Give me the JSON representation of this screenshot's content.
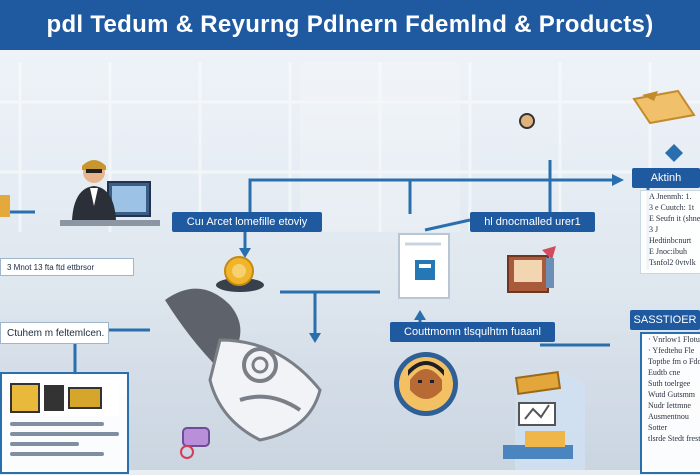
{
  "banner": {
    "title": "pdl Tedum & Reyurng   Pdlnern Fdemlnd & Products)"
  },
  "labels": {
    "customer_label": "Cuı Arcet lomefille etoviy",
    "delivery_label": "hl dnocmalled urer1",
    "feedback_label": "Ctuhem m feltemlcen.",
    "customer_group": "Couttmomn tlsqulhtm fuaanl",
    "auth_label": "Aktinh",
    "session_label": "SASSTIOER",
    "left_caption": "3 Mnot 13 fta ftd ettbrsor"
  },
  "right_panel_top": {
    "lines": [
      "A Jnenmh: 1.",
      "3 e Cuutch: 1t",
      "E Seufn it (shne",
      "3 J Hedtinbcnurt",
      "E Jnoc:ibuh",
      "Tsnfol2 0vtvlk"
    ]
  },
  "right_panel_bottom": {
    "lines": [
      "· Vnrlow1 Flotu",
      "· Yfedtehu Fle",
      "Toptbe fm o Fdo",
      "Eudtb cne",
      "Suth toelrgee",
      "Wutd Gutsmm",
      "Nudr Iettmne",
      "Ausmentnou Sotter",
      "tlsrde Stedt frest"
    ]
  },
  "colors": {
    "banner": "#1f5aa0",
    "label": "#1f5aa0",
    "connector": "#2a6fad",
    "background": "#e9eef3"
  },
  "icons": [
    "person-at-desk-icon",
    "document-icon",
    "gift-box-icon",
    "customer-avatar-icon",
    "hand-card-icon",
    "chart-card-icon",
    "diamond-marker-icon",
    "gold-coin-icon",
    "robot-hand-icon"
  ]
}
